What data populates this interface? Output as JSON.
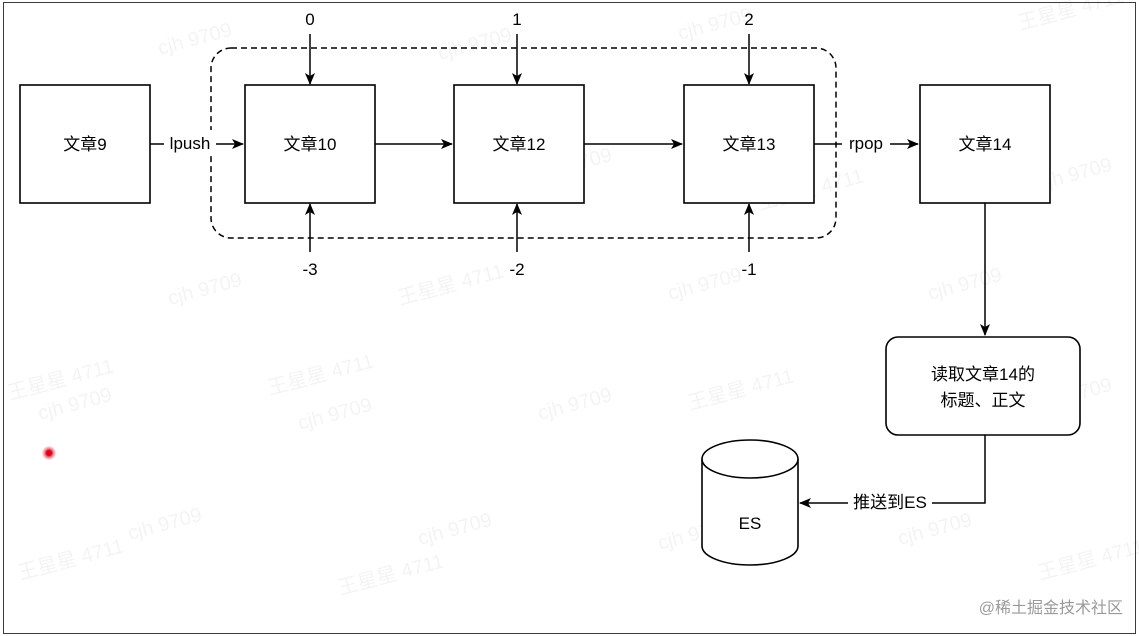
{
  "nodes": {
    "article9": "文章9",
    "article10": "文章10",
    "article12": "文章12",
    "article13": "文章13",
    "article14": "文章14",
    "read_line1": "读取文章14的",
    "read_line2": "标题、正文",
    "es": "ES"
  },
  "edges": {
    "lpush": "lpush",
    "rpop": "rpop",
    "push_es": "推送到ES"
  },
  "indices": {
    "top": [
      "0",
      "1",
      "2"
    ],
    "bottom": [
      "-3",
      "-2",
      "-1"
    ]
  },
  "watermark": "@稀土掘金技术社区",
  "colors": {
    "stroke": "#000000",
    "background": "#ffffff",
    "watermark": "#9a9a9a",
    "marker": "#e0001a"
  }
}
